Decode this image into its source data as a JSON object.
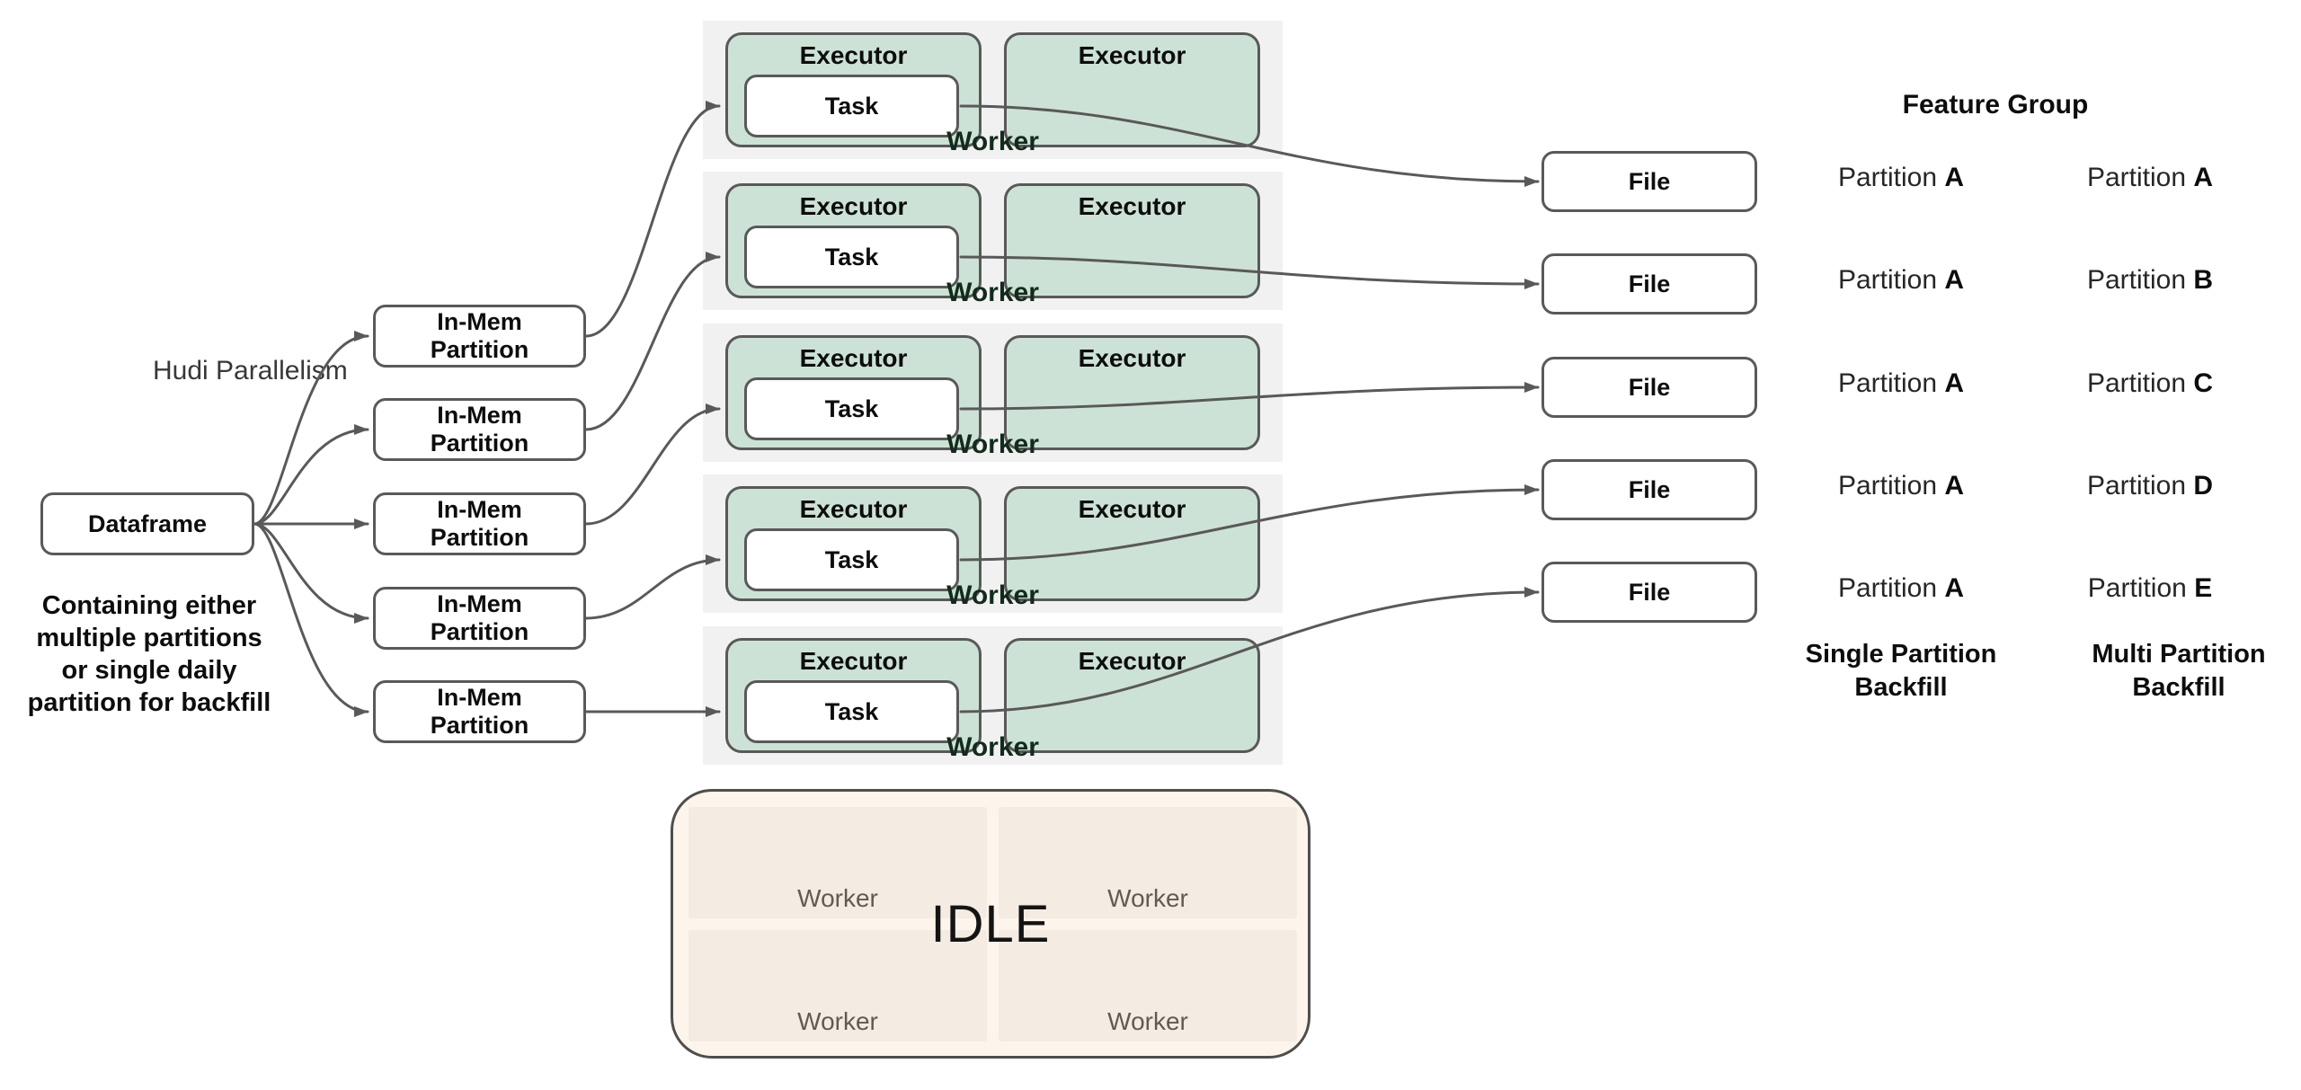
{
  "colors": {
    "canvas_bg": "#ffffff",
    "node_border": "#595959",
    "node_fill": "#ffffff",
    "executor_fill": "#cde2d6",
    "worker_container_fill": "#f1f1f1",
    "worker_label_color": "#122b1c",
    "arrow": "#595959",
    "idle_fill": "#fdf4ec",
    "idle_cell_fill": "#f4ebe3",
    "idle_border": "#4e4e4c",
    "idle_worker_text": "#625a52"
  },
  "left": {
    "dataframe_label": "Dataframe",
    "dataframe_caption_lines": [
      "Containing either",
      "multiple partitions",
      "or single daily",
      "partition for backfill"
    ],
    "hudi_parallelism_label": "Hudi Parallelism",
    "inmem_label_lines": [
      "In-Mem",
      "Partition"
    ],
    "inmem_count": 5
  },
  "cluster": {
    "worker_label": "Worker",
    "executor_label": "Executor",
    "task_label": "Task",
    "worker_count": 5,
    "executors_per_worker": 2
  },
  "files": {
    "label": "File",
    "count": 5
  },
  "feature_group": {
    "title": "Feature Group",
    "columns": [
      {
        "rows": [
          {
            "prefix": "Partition",
            "letter": "A"
          },
          {
            "prefix": "Partition",
            "letter": "A"
          },
          {
            "prefix": "Partition",
            "letter": "A"
          },
          {
            "prefix": "Partition",
            "letter": "A"
          },
          {
            "prefix": "Partition",
            "letter": "A"
          }
        ],
        "footer_lines": [
          "Single Partition",
          "Backfill"
        ]
      },
      {
        "rows": [
          {
            "prefix": "Partition",
            "letter": "A"
          },
          {
            "prefix": "Partition",
            "letter": "B"
          },
          {
            "prefix": "Partition",
            "letter": "C"
          },
          {
            "prefix": "Partition",
            "letter": "D"
          },
          {
            "prefix": "Partition",
            "letter": "E"
          }
        ],
        "footer_lines": [
          "Multi Partition",
          "Backfill"
        ]
      }
    ]
  },
  "idle": {
    "title": "IDLE",
    "worker_label": "Worker",
    "worker_count": 4
  }
}
